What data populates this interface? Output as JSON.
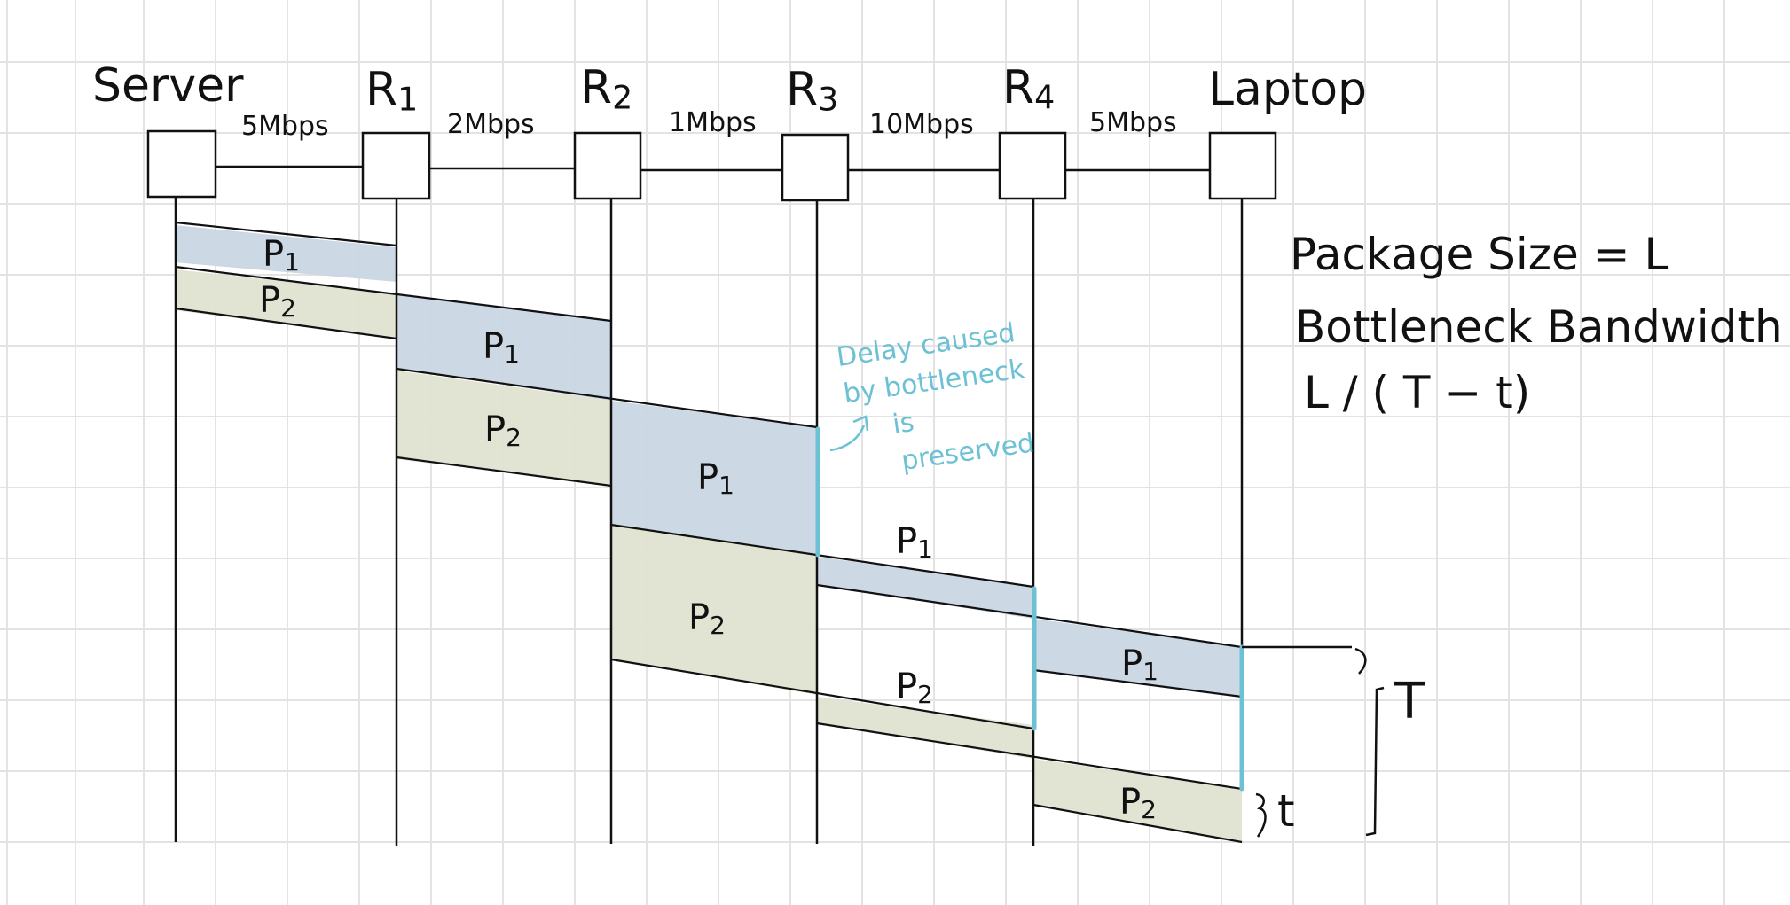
{
  "diagram": {
    "nodes": [
      {
        "id": "server",
        "label": "Server"
      },
      {
        "id": "r1",
        "label": "R1"
      },
      {
        "id": "r2",
        "label": "R2"
      },
      {
        "id": "r3",
        "label": "R3"
      },
      {
        "id": "r4",
        "label": "R4"
      },
      {
        "id": "laptop",
        "label": "Laptop"
      }
    ],
    "links": [
      {
        "from": "server",
        "to": "r1",
        "label": "5Mbps"
      },
      {
        "from": "r1",
        "to": "r2",
        "label": "2Mbps"
      },
      {
        "from": "r2",
        "to": "r3",
        "label": "1Mbps"
      },
      {
        "from": "r3",
        "to": "r4",
        "label": "10Mbps"
      },
      {
        "from": "r4",
        "to": "laptop",
        "label": "5Mbps"
      }
    ],
    "packets": [
      {
        "label": "P1",
        "hop": "server-r1"
      },
      {
        "label": "P2",
        "hop": "server-r1"
      },
      {
        "label": "P1",
        "hop": "r1-r2"
      },
      {
        "label": "P2",
        "hop": "r1-r2"
      },
      {
        "label": "P1",
        "hop": "r2-r3"
      },
      {
        "label": "P2",
        "hop": "r2-r3"
      },
      {
        "label": "P1",
        "hop": "r3-r4"
      },
      {
        "label": "P2",
        "hop": "r3-r4"
      },
      {
        "label": "P1",
        "hop": "r4-laptop"
      },
      {
        "label": "P2",
        "hop": "r4-laptop"
      }
    ],
    "annotation": {
      "line1": "Delay caused",
      "line2": "by bottleneck",
      "line3": "is",
      "line4": "preserved"
    },
    "formula": {
      "line1": "Package Size = L",
      "line2": "Bottleneck Bandwidth =",
      "line3": "L / ( T − t)"
    },
    "brackets": {
      "big": "T",
      "small": "t"
    },
    "colors": {
      "p1_fill": "#c9d6e3",
      "p2_fill": "#dfe3d0",
      "highlight": "#6cc1d4",
      "grid": "#e3e3e3",
      "ink": "#111111"
    }
  }
}
